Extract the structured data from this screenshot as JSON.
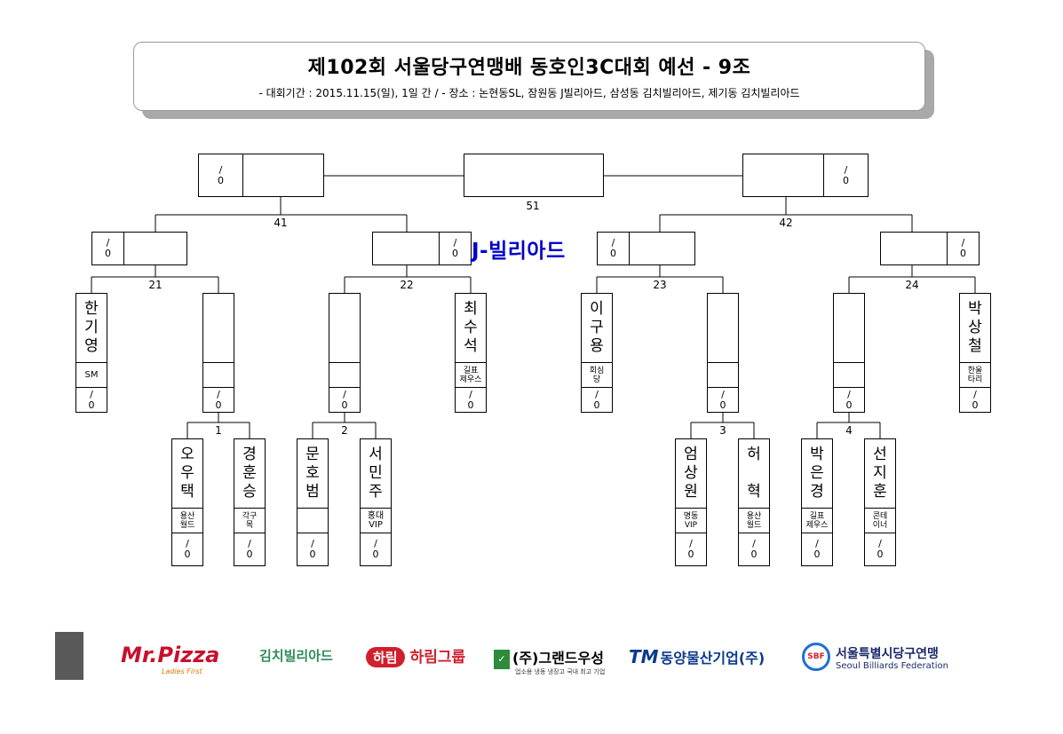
{
  "header": {
    "title": "제102회 서울당구연맹배 동호인3C대회 예선 - 9조",
    "subtitle": "- 대회기간 : 2015.11.15(일), 1일 간 / - 장소 : 논현동SL, 잠원동 J빌리아드, 삼성동 김치빌리아드, 제기동 김치빌리아드"
  },
  "venue": "J-빌리아드",
  "score_text": {
    "top": "/",
    "bottom": "0"
  },
  "matches": {
    "m1": "1",
    "m2": "2",
    "m3": "3",
    "m4": "4",
    "m21": "21",
    "m22": "22",
    "m23": "23",
    "m24": "24",
    "m41": "41",
    "m42": "42",
    "m51": "51"
  },
  "players": {
    "p21a": {
      "name": [
        "한",
        "기",
        "영"
      ],
      "club": "SM"
    },
    "p22b": {
      "name": [
        "최",
        "수",
        "석"
      ],
      "club": "길표\n제우스"
    },
    "p23a": {
      "name": [
        "이",
        "구",
        "용"
      ],
      "club": "회심\n당"
    },
    "p24b": {
      "name": [
        "박",
        "상",
        "철"
      ],
      "club": "한울\n타리"
    },
    "p1a": {
      "name": [
        "오",
        "우",
        "택"
      ],
      "club": "용산\n월드"
    },
    "p1b": {
      "name": [
        "경",
        "훈",
        "승"
      ],
      "club": "각구\n목"
    },
    "p2a": {
      "name": [
        "문",
        "호",
        "범"
      ],
      "club": ""
    },
    "p2b": {
      "name": [
        "서",
        "민",
        "주"
      ],
      "club": "홍대\nVIP"
    },
    "p3a": {
      "name": [
        "엄",
        "상",
        "원"
      ],
      "club": "명동\nVIP"
    },
    "p3b": {
      "name": [
        "허",
        "",
        "혁"
      ],
      "club": "용산\n월드"
    },
    "p4a": {
      "name": [
        "박",
        "은",
        "경"
      ],
      "club": "길표\n제우스"
    },
    "p4b": {
      "name": [
        "선",
        "지",
        "훈"
      ],
      "club": "콘테\n이너"
    }
  },
  "sponsors": {
    "mrpizza": "Mr.Pizza",
    "mrpizza_sub": "Ladies First",
    "kimchi": "김치빌리아드",
    "harim_badge": "하림",
    "harim": "하림그룹",
    "grand": "(주)그랜드우성",
    "grand_sub": "업소용 냉동 냉장고 국내 최고 기업",
    "dongyang_mark": "TM",
    "dongyang": "동양물산기업(주)",
    "sbf_mark": "SBF",
    "sbf": "서울특별시당구연맹",
    "sbf_en": "Seoul Billiards Federation"
  }
}
